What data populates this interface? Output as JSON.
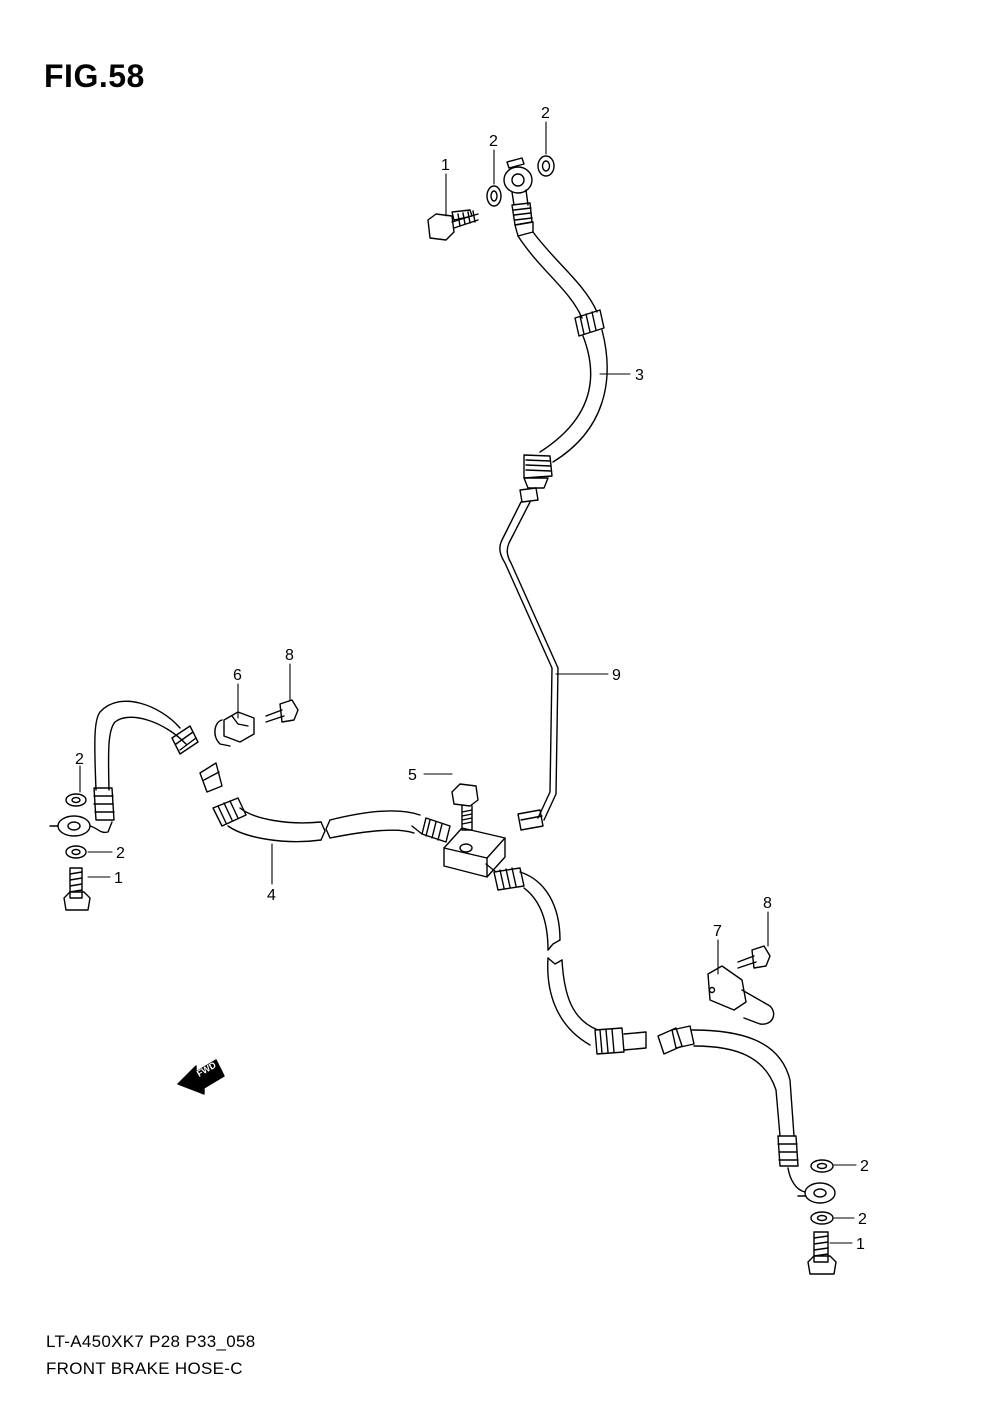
{
  "figure": {
    "title": "FIG.58"
  },
  "footer": {
    "model_code": "LT-A450XK7 P28 P33_058",
    "part_name": "FRONT BRAKE  HOSE-C"
  },
  "fwd_label": "FWD",
  "callouts": {
    "bolt_top": "1",
    "washer_top_a": "2",
    "washer_top_b": "2",
    "hose_upper": "3",
    "hose_left": "4",
    "bolt_joint": "5",
    "clamp_left": "6",
    "clamp_right": "7",
    "bolt_clamp_left": "8",
    "bolt_clamp_right": "8",
    "pipe": "9",
    "washer_left_a": "2",
    "washer_left_b": "2",
    "bolt_left": "1",
    "washer_right_a": "2",
    "washer_right_b": "2",
    "bolt_right": "1"
  }
}
